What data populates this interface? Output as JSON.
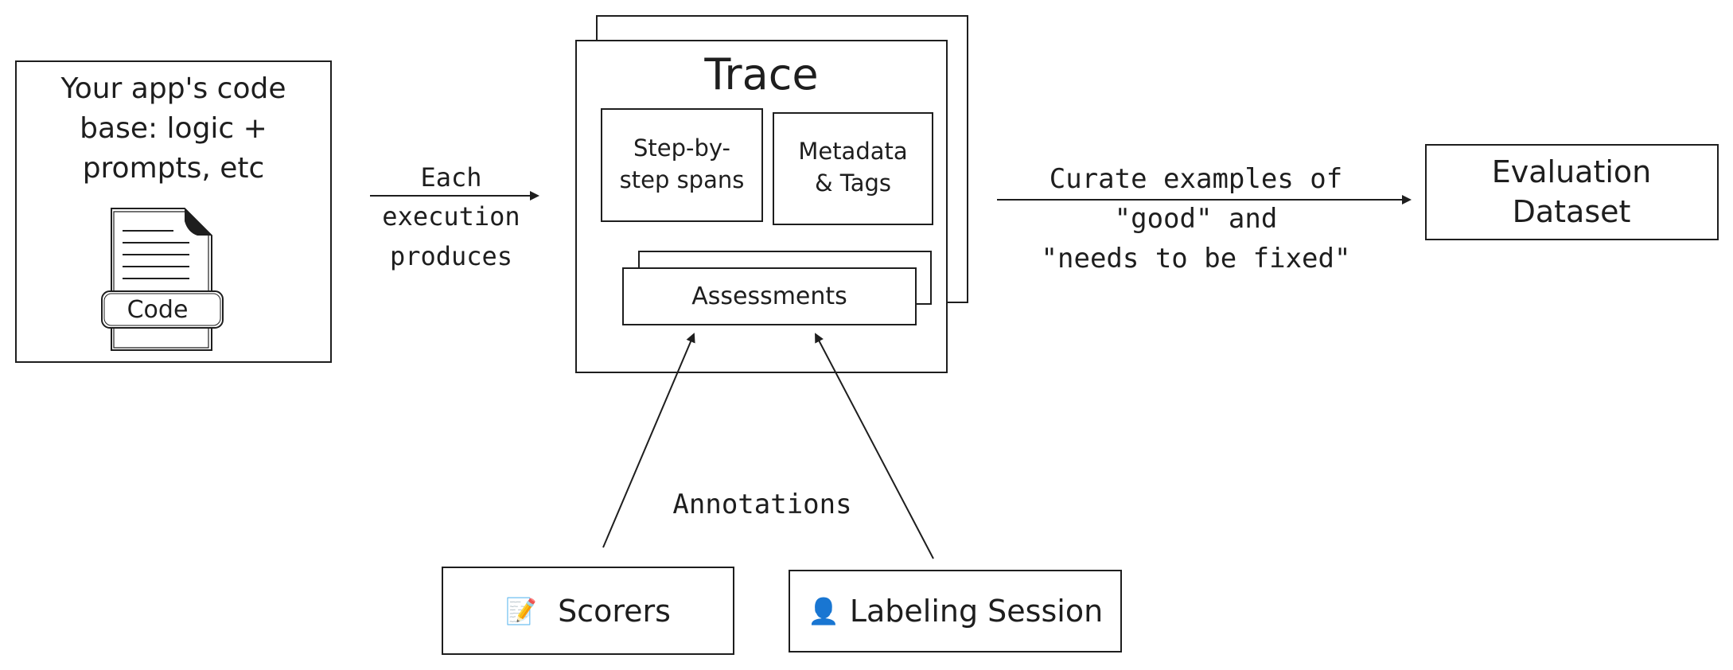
{
  "app_box": {
    "lines": [
      "Your app's code",
      "base: logic +",
      "prompts, etc"
    ],
    "doc_label": "Code"
  },
  "arrow_execution": {
    "lines": [
      "Each",
      "execution",
      "produces"
    ]
  },
  "trace": {
    "title": "Trace",
    "spans_lines": [
      "Step-by-",
      "step spans"
    ],
    "metadata_lines": [
      "Metadata",
      "& Tags"
    ],
    "assessments": "Assessments"
  },
  "arrow_curate": {
    "lines": [
      "Curate examples of",
      "\"good\" and",
      "\"needs to be fixed\""
    ]
  },
  "dataset": {
    "lines": [
      "Evaluation",
      "Dataset"
    ]
  },
  "annotations_label": "Annotations",
  "scorers": {
    "icon": "📝",
    "label": "Scorers"
  },
  "labeling": {
    "icon": "👤",
    "label": "Labeling Session"
  }
}
